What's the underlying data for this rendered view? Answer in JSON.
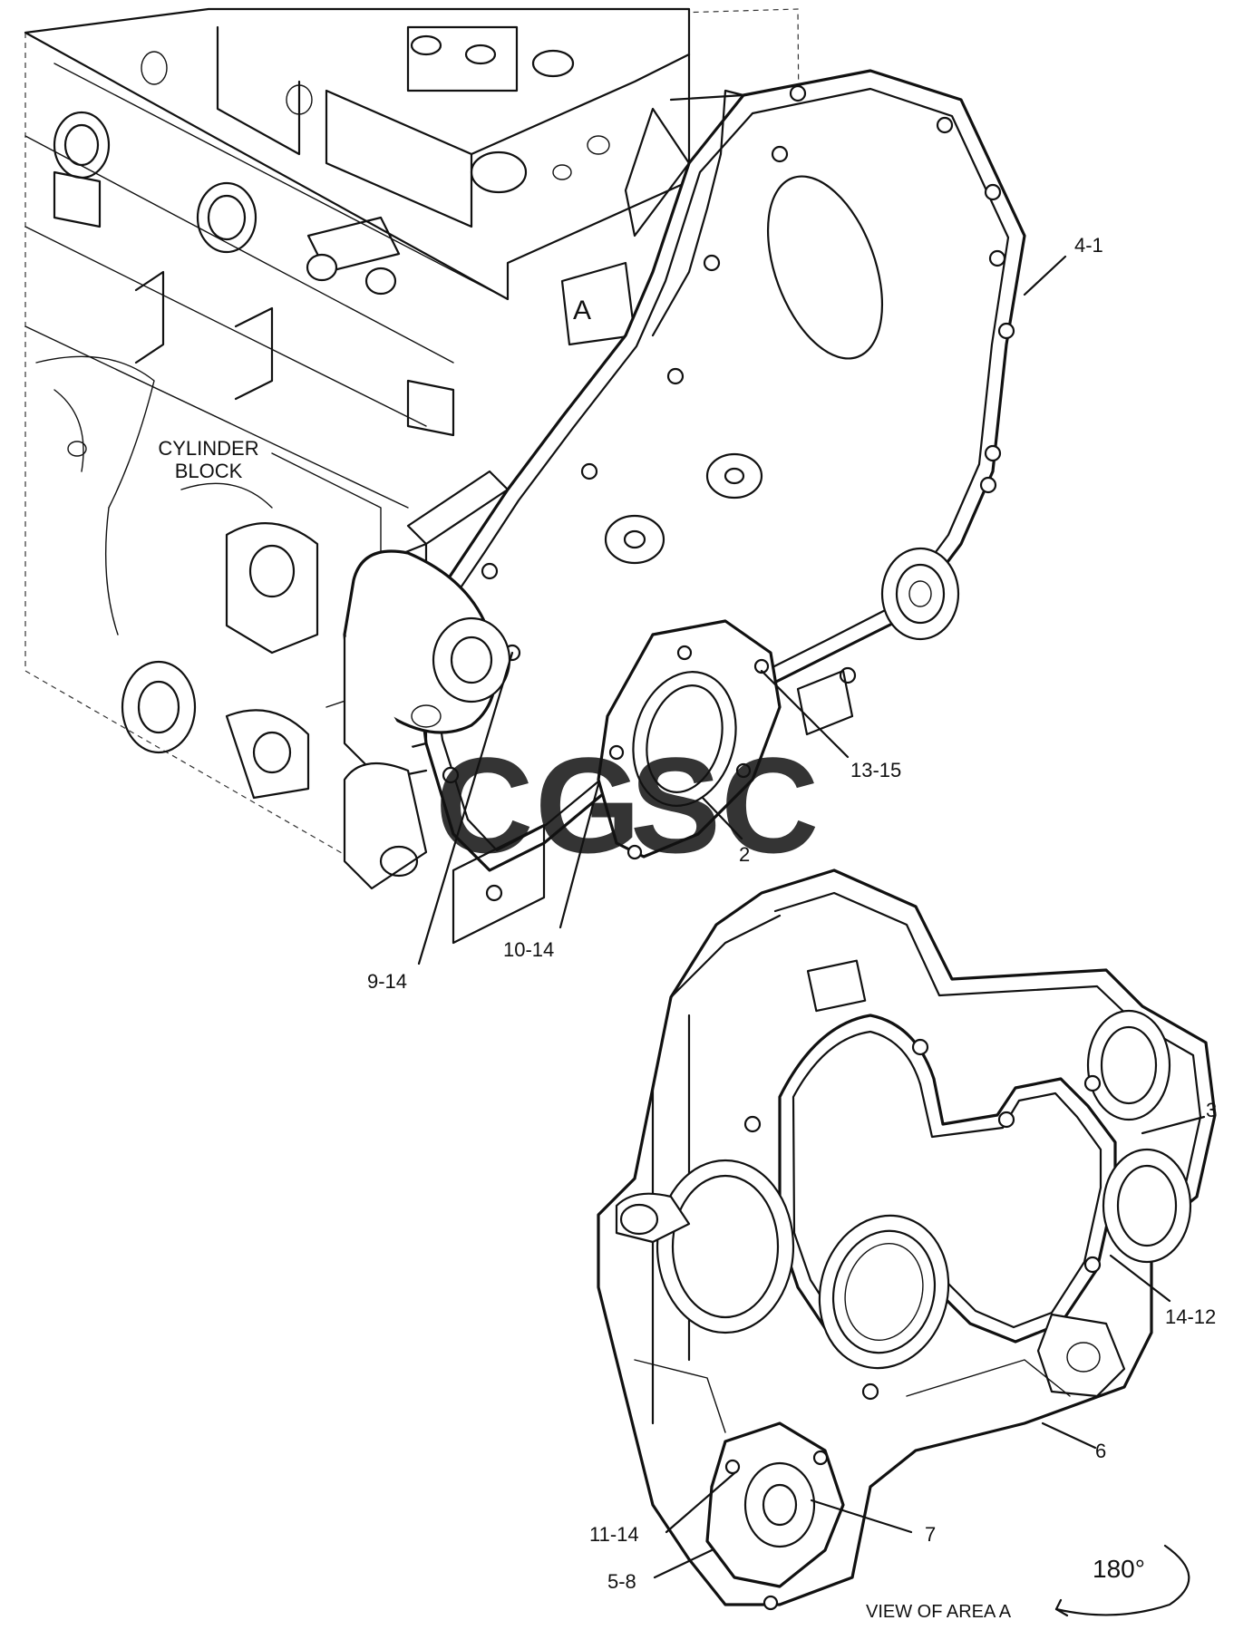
{
  "diagram": {
    "callouts": [
      {
        "id": "4-1",
        "text": "4-1"
      },
      {
        "id": "13-15",
        "text": "13-15"
      },
      {
        "id": "2",
        "text": "2"
      },
      {
        "id": "10-14",
        "text": "10-14"
      },
      {
        "id": "9-14",
        "text": "9-14"
      },
      {
        "id": "3",
        "text": "3"
      },
      {
        "id": "14-12",
        "text": "14-12"
      },
      {
        "id": "6",
        "text": "6"
      },
      {
        "id": "11-14",
        "text": "11-14"
      },
      {
        "id": "7",
        "text": "7"
      },
      {
        "id": "5-8",
        "text": "5-8"
      }
    ],
    "cylinder_block_label": [
      "CYLINDER",
      "BLOCK"
    ],
    "area_marker": "A",
    "view_label": "VIEW OF AREA A",
    "rotation_label": "180°",
    "watermark": {
      "letters": [
        "C",
        "G",
        "S",
        "C"
      ],
      "colors": [
        "#4a90e2",
        "#e8594f",
        "#f2c230",
        "#3aa86b"
      ]
    }
  }
}
